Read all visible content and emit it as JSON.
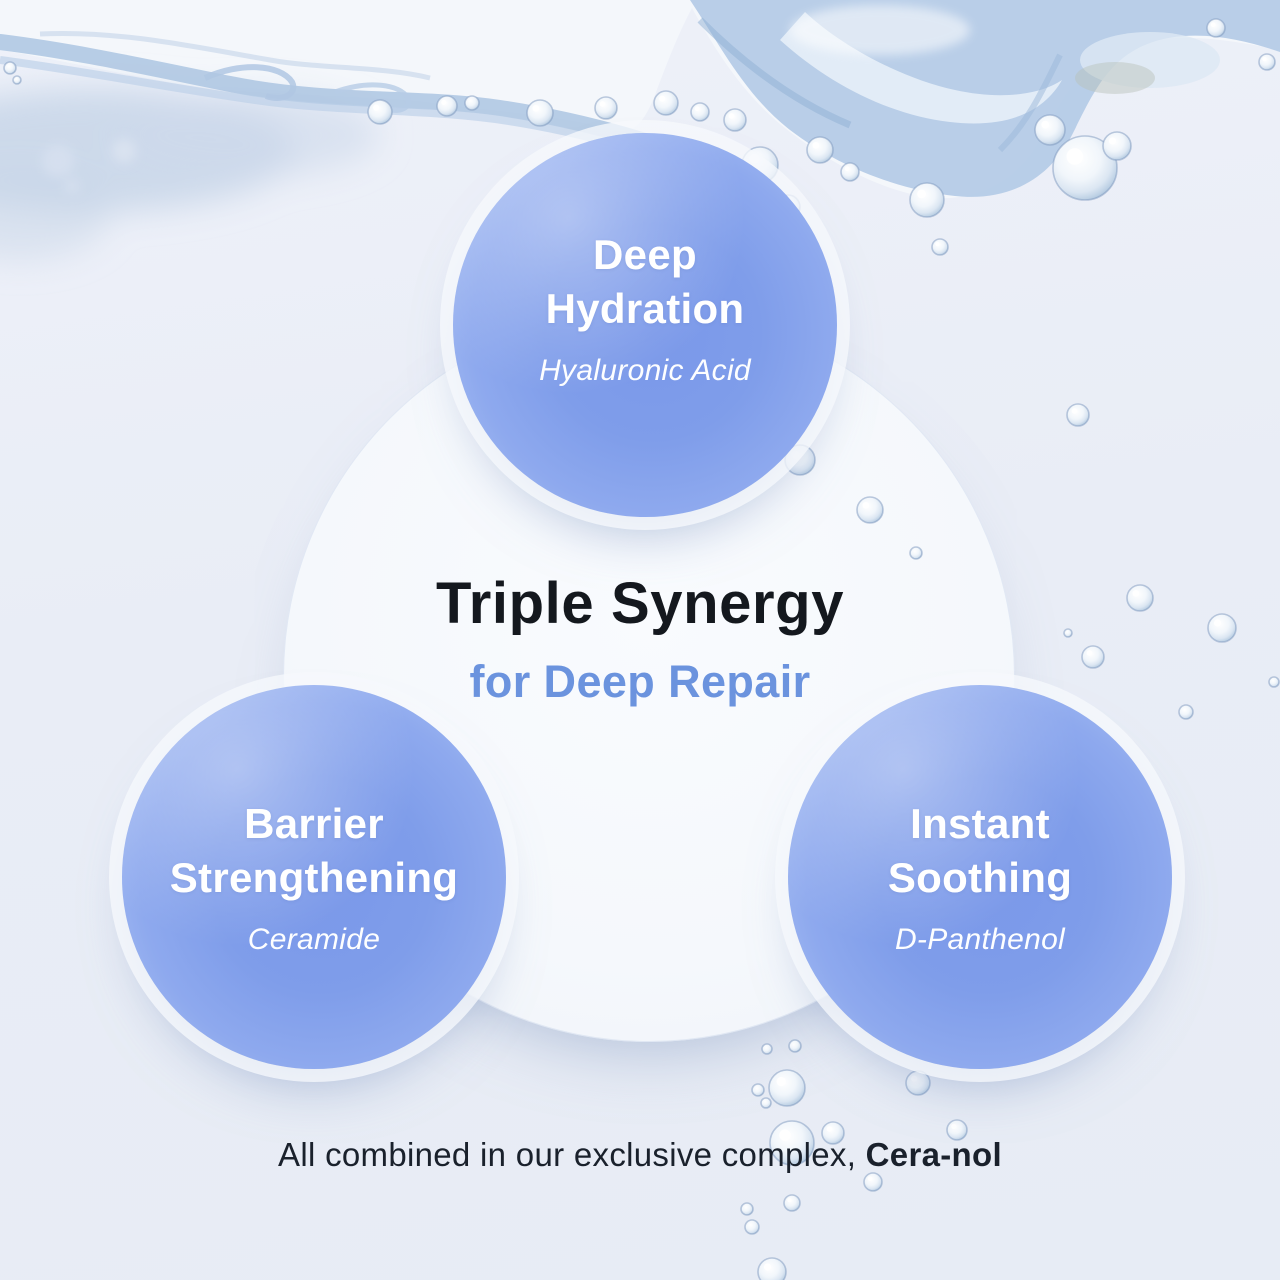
{
  "center": {
    "title": "Triple Synergy",
    "subtitle": "for Deep Repair"
  },
  "features": [
    {
      "name": "Deep Hydration",
      "line1": "Deep",
      "line2": "Hydration",
      "ingredient": "Hyaluronic Acid"
    },
    {
      "name": "Barrier Strengthening",
      "line1": "Barrier",
      "line2": "Strengthening",
      "ingredient": "Ceramide"
    },
    {
      "name": "Instant Soothing",
      "line1": "Instant",
      "line2": "Soothing",
      "ingredient": "D-Panthenol"
    }
  ],
  "footer": {
    "prefix": "All combined in our exclusive complex,",
    "complex_name": "Cera-nol"
  },
  "colors": {
    "accent_blue_text": "#6b93de",
    "circle_blue": "#7d9bea",
    "circle_blue_edge": "#b7cbf6",
    "ink": "#14181e",
    "background": "#e9edf6",
    "splash_blue": "#aac3e1"
  }
}
